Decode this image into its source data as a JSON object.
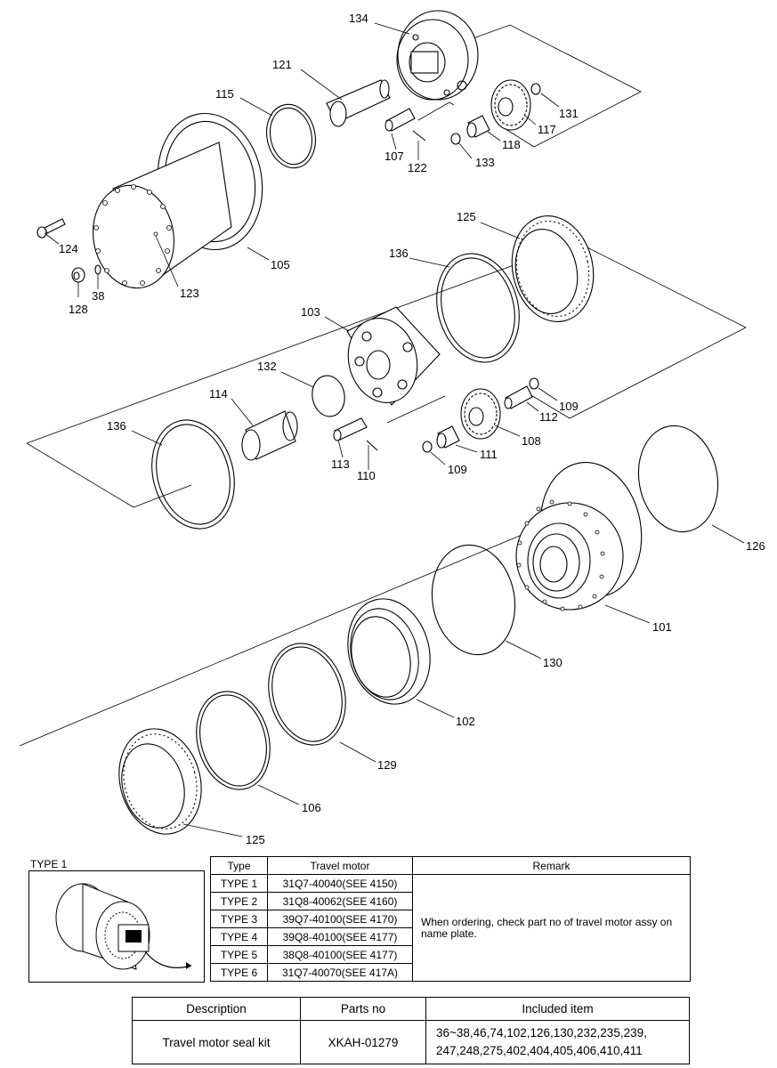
{
  "callouts": [
    {
      "id": "c134",
      "text": "134"
    },
    {
      "id": "c121",
      "text": "121"
    },
    {
      "id": "c115",
      "text": "115"
    },
    {
      "id": "c131",
      "text": "131"
    },
    {
      "id": "c117",
      "text": "117"
    },
    {
      "id": "c118",
      "text": "118"
    },
    {
      "id": "c133",
      "text": "133"
    },
    {
      "id": "c107",
      "text": "107"
    },
    {
      "id": "c122",
      "text": "122"
    },
    {
      "id": "c124",
      "text": "124"
    },
    {
      "id": "c105",
      "text": "105"
    },
    {
      "id": "c123",
      "text": "123"
    },
    {
      "id": "c38",
      "text": "38"
    },
    {
      "id": "c128",
      "text": "128"
    },
    {
      "id": "c125a",
      "text": "125"
    },
    {
      "id": "c136a",
      "text": "136"
    },
    {
      "id": "c103",
      "text": "103"
    },
    {
      "id": "c132",
      "text": "132"
    },
    {
      "id": "c114",
      "text": "114"
    },
    {
      "id": "c109a",
      "text": "109"
    },
    {
      "id": "c112",
      "text": "112"
    },
    {
      "id": "c136b",
      "text": "136"
    },
    {
      "id": "c108",
      "text": "108"
    },
    {
      "id": "c111",
      "text": "111"
    },
    {
      "id": "c109b",
      "text": "109"
    },
    {
      "id": "c113",
      "text": "113"
    },
    {
      "id": "c110",
      "text": "110"
    },
    {
      "id": "c126",
      "text": "126"
    },
    {
      "id": "c101",
      "text": "101"
    },
    {
      "id": "c130",
      "text": "130"
    },
    {
      "id": "c102",
      "text": "102"
    },
    {
      "id": "c129",
      "text": "129"
    },
    {
      "id": "c106",
      "text": "106"
    },
    {
      "id": "c125b",
      "text": "125"
    }
  ],
  "type_label": "TYPE 1",
  "type_table": {
    "headers": [
      "Type",
      "Travel motor",
      "Remark"
    ],
    "rows": [
      {
        "type": "TYPE 1",
        "motor": "31Q7-40040(SEE 4150)"
      },
      {
        "type": "TYPE 2",
        "motor": "31Q8-40062(SEE 4160)"
      },
      {
        "type": "TYPE 3",
        "motor": "39Q7-40100(SEE 4170)"
      },
      {
        "type": "TYPE 4",
        "motor": "39Q8-40100(SEE 4177)"
      },
      {
        "type": "TYPE 5",
        "motor": "38Q8-40100(SEE 4177)"
      },
      {
        "type": "TYPE 6",
        "motor": "31Q7-40070(SEE 417A)"
      }
    ],
    "remark": "When ordering, check part no of travel motor assy on name plate."
  },
  "kit_table": {
    "headers": [
      "Description",
      "Parts no",
      "Included item"
    ],
    "description": "Travel motor seal kit",
    "parts_no": "XKAH-01279",
    "included_line1": "36~38,46,74,102,126,130,232,235,239,",
    "included_line2": "247,248,275,402,404,405,406,410,411"
  }
}
